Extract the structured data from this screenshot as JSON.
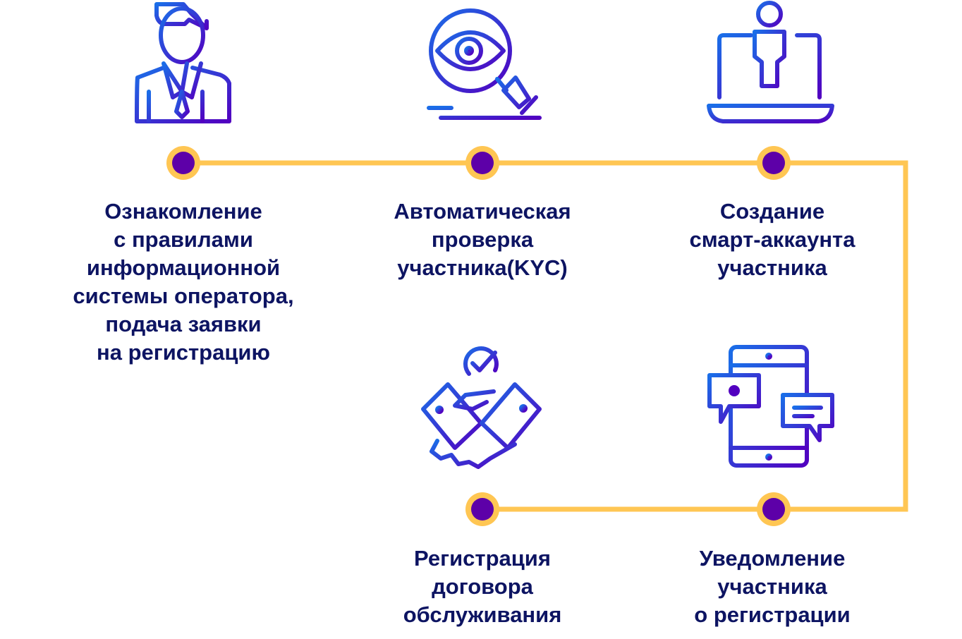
{
  "colors": {
    "line": "#ffc653",
    "node": "#5d00a8",
    "gradient_start": "#1a6ee8",
    "gradient_end": "#5200c0",
    "text": "#0d1462"
  },
  "steps": [
    {
      "icon": "person-icon",
      "lines": [
        "Ознакомление",
        "с правилами",
        "информационной",
        "системы оператора,",
        "подача заявки",
        "на регистрацию"
      ]
    },
    {
      "icon": "magnifier-eye-icon",
      "lines": [
        "Автоматическая",
        "проверка",
        "участника(KYC)"
      ]
    },
    {
      "icon": "laptop-user-icon",
      "lines": [
        "Создание",
        "смарт-аккаунта",
        "участника"
      ]
    },
    {
      "icon": "handshake-icon",
      "lines": [
        "Регистрация",
        "договора",
        "обслуживания"
      ]
    },
    {
      "icon": "phone-notification-icon",
      "lines": [
        "Уведомление",
        "участника",
        "о регистрации"
      ]
    }
  ]
}
